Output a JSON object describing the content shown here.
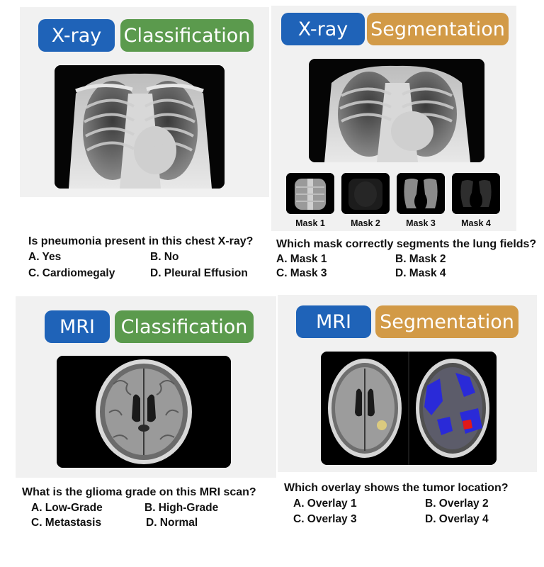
{
  "panels": [
    {
      "modality": "X-ray",
      "task": "Classification",
      "question": "Is pneumonia present in this chest X-ray?",
      "options": [
        "A. Yes",
        "B. No",
        "C. Cardiomegaly",
        "D. Pleural Effusion"
      ]
    },
    {
      "modality": "X-ray",
      "task": "Segmentation",
      "masks": [
        "Mask 1",
        "Mask 2",
        "Mask 3",
        "Mask 4"
      ],
      "question": "Which mask correctly segments the lung fields?",
      "options": [
        "A. Mask 1",
        "B. Mask 2",
        "C. Mask 3",
        "D. Mask 4"
      ]
    },
    {
      "modality": "MRI",
      "task": "Classification",
      "question": "What is the glioma grade on this MRI scan?",
      "options": [
        "A. Low-Grade",
        "B. High-Grade",
        "C. Metastasis",
        "D. Normal"
      ]
    },
    {
      "modality": "MRI",
      "task": "Segmentation",
      "question": "Which overlay shows the tumor location?",
      "options": [
        "A. Overlay 1",
        "B. Overlay 2",
        "C. Overlay 3",
        "D. Overlay 4"
      ]
    }
  ],
  "colors": {
    "modality_tag": "#1f63b8",
    "classification_tag": "#5b9a4d",
    "segmentation_tag": "#d29a47",
    "overlay_blue": "#2a2ad8",
    "overlay_red": "#e01818",
    "overlay_yellow": "#e6d27a"
  }
}
